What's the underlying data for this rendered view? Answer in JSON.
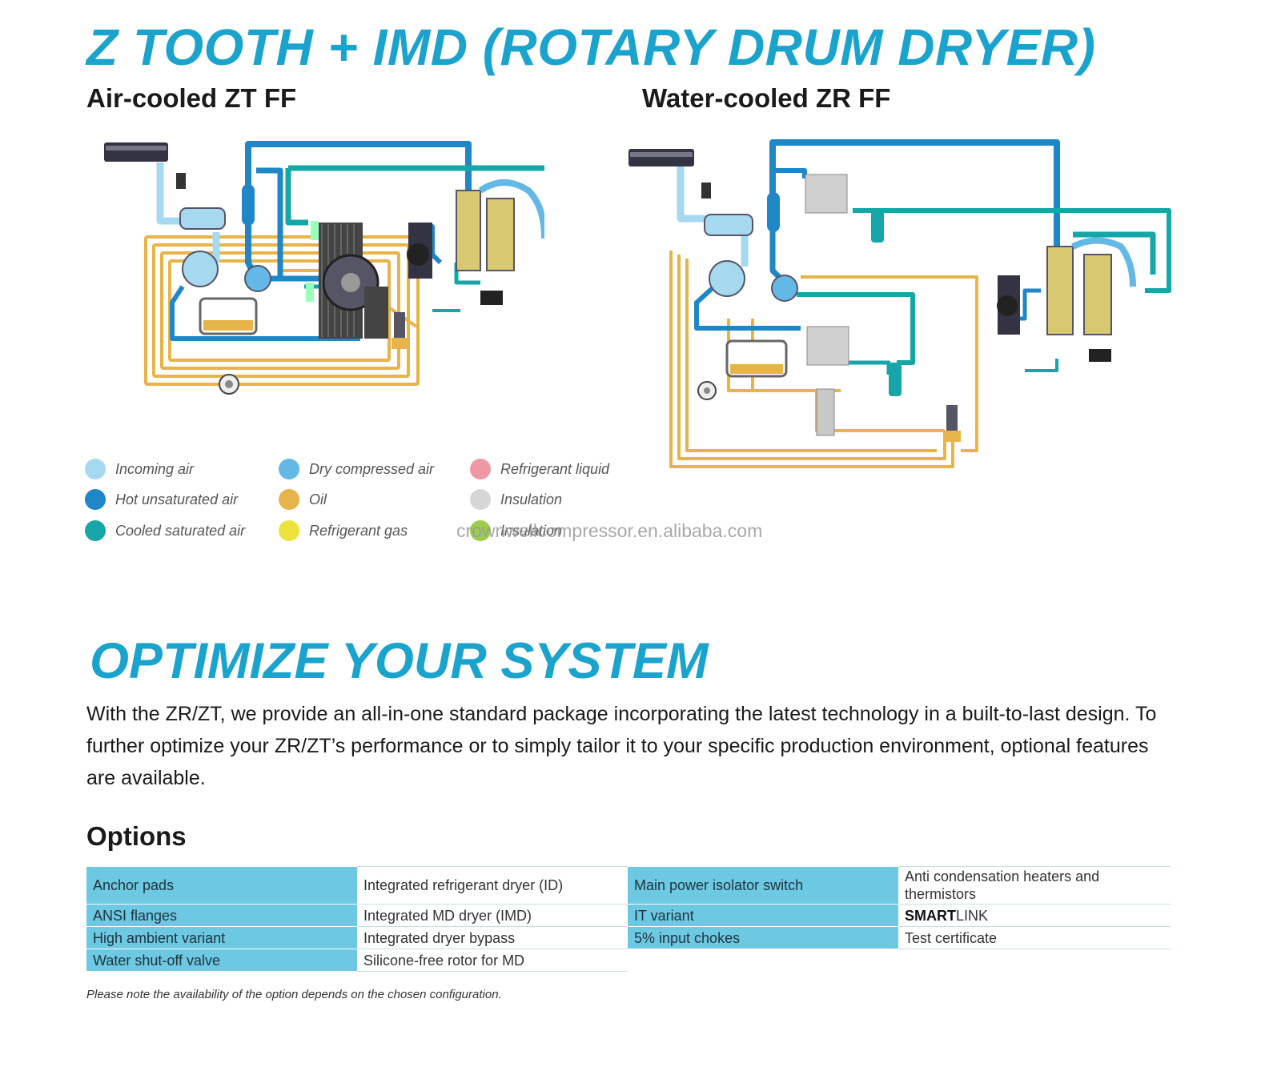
{
  "title": "Z TOOTH + IMD (ROTARY DRUM DRYER)",
  "diagram_left": {
    "title": "Air-cooled ZT FF"
  },
  "diagram_right": {
    "title": "Water-cooled ZR FF"
  },
  "legend": [
    {
      "label": "Incoming air",
      "color": "#a6d8ef"
    },
    {
      "label": "Hot unsaturated air",
      "color": "#1f86c8"
    },
    {
      "label": "Cooled saturated air",
      "color": "#15a7a7"
    },
    {
      "label": "Dry compressed air",
      "color": "#63b8e6"
    },
    {
      "label": "Oil",
      "color": "#e6b448"
    },
    {
      "label": "Refrigerant gas",
      "color": "#ece43a"
    },
    {
      "label": "Refrigerant liquid",
      "color": "#ef97a4"
    },
    {
      "label": "Insulation",
      "color": "#d6d6d6"
    },
    {
      "label": "Insulation",
      "color": "#9bcc4a"
    }
  ],
  "watermark": "crownwellcompressor.en.alibaba.com",
  "section_title": "OPTIMIZE YOUR SYSTEM",
  "intro": "With the ZR/ZT, we provide an all-in-one standard package incorporating the latest technology in a built-to-last design. To further optimize your ZR/ZT’s performance or to simply tailor it to your specific production environment, optional features are available.",
  "options_title": "Options",
  "options": {
    "col1": [
      "Anchor pads",
      "ANSI flanges",
      "High ambient variant",
      "Water shut-off valve"
    ],
    "col2": [
      "Integrated refrigerant dryer (ID)",
      "Integrated MD dryer (IMD)",
      "Integrated dryer bypass",
      "Silicone-free rotor for MD"
    ],
    "col3": [
      "Main power isolator switch",
      "IT variant",
      "5% input chokes"
    ],
    "col4": [
      "Anti condensation heaters and thermistors",
      "LINK",
      "Test certificate"
    ],
    "smart_bold": "SMART"
  },
  "note": "Please note the availability of the option depends on the chosen configuration."
}
